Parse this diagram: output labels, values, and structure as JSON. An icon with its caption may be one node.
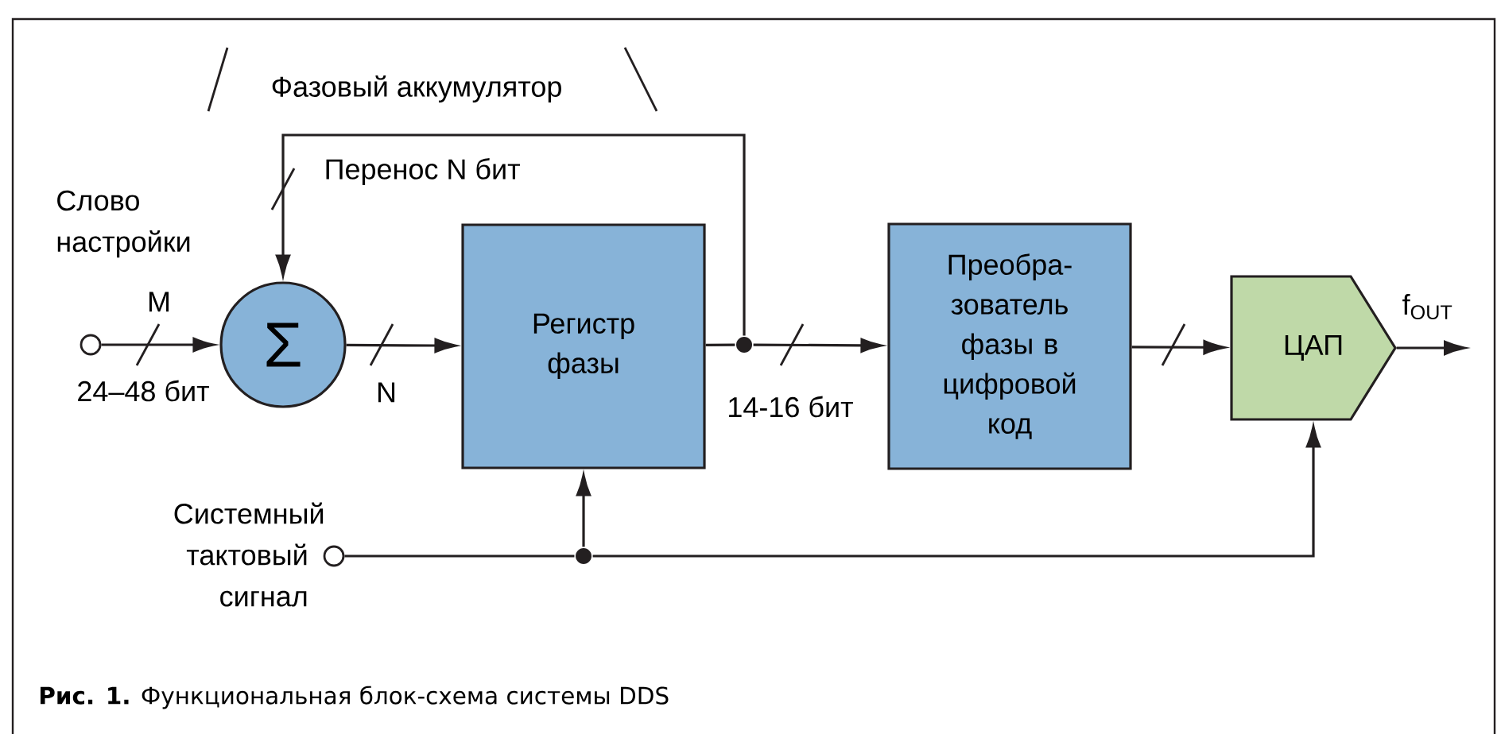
{
  "diagram": {
    "caption": "**Рис. 1.** Функциональная блок-схема системы DDS",
    "nodes": [
      {
        "text": [],
        "shape": "circle"
      },
      {
        "text": [
          "Σ"
        ]
      },
      {
        "text": [
          "Регистр фазы"
        ]
      },
      {
        "text": [],
        "shape": "circle"
      },
      {
        "text": [
          "Преобра- зователь фазы в цифровой код"
        ]
      },
      {
        "text": [
          "ЦАП"
        ]
      },
      {
        "text": [],
        "shape": "circle",
        "beside": [
          "Системный тактовый сигнал"
        ]
      },
      {
        "text": [],
        "shape": "circle"
      }
    ],
    "edges": [
      {
        "from": 0,
        "to": 1,
        "arrow": "to",
        "label": "M"
      },
      {
        "from": 1,
        "to": 2,
        "arrow": "to",
        "label": "N"
      },
      {
        "from": 2,
        "to": 3,
        "arrow": "none"
      },
      {
        "from": 3,
        "to": 4,
        "arrow": "to",
        "label": "14-16 бит"
      },
      {
        "from": 3,
        "to": 1,
        "arrow": "to",
        "label": "Перенос N бит"
      },
      {
        "from": 4,
        "to": 5,
        "arrow": "to"
      },
      {
        "from": 5,
        "to": null,
        "arrow": "to",
        "label": "f$_{OUT}$"
      },
      {
        "from": 6,
        "to": 7,
        "arrow": "none"
      },
      {
        "from": 7,
        "to": 2,
        "arrow": "to"
      },
      {
        "from": 7,
        "to": 5,
        "arrow": "to"
      }
    ],
    "labels": [
      "Фазовый аккумулятор",
      "Слово настройки",
      "24–48 бит"
    ]
  }
}
